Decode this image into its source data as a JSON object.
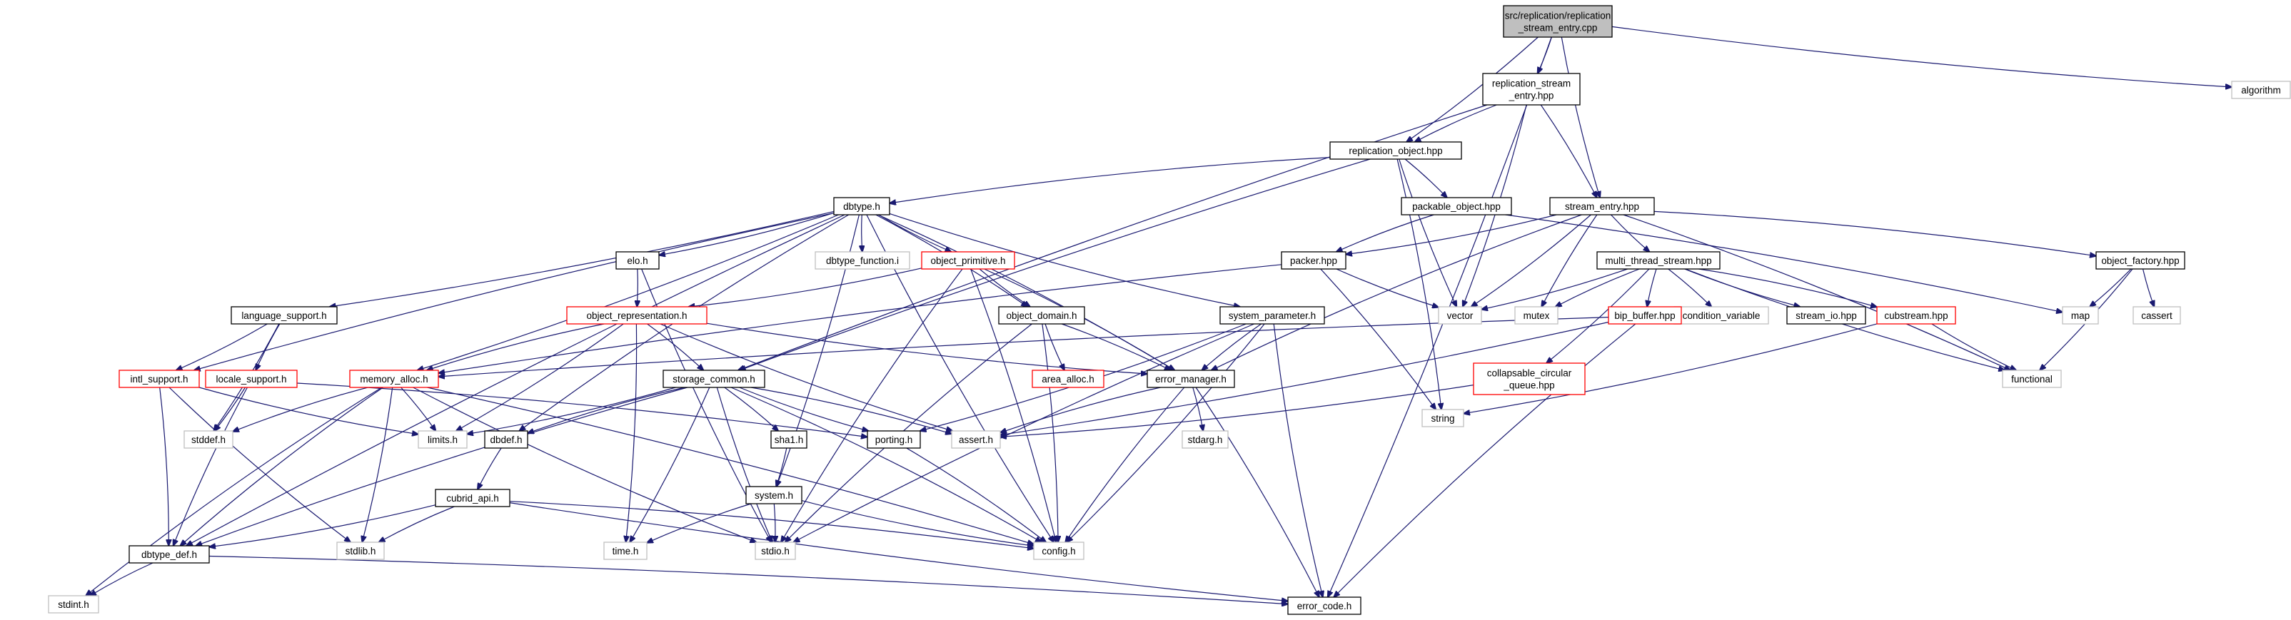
{
  "nodes": [
    {
      "id": "root",
      "label": "src/replication/replication\n_stream_entry.cpp",
      "kind": "root"
    },
    {
      "id": "rse_hpp",
      "label": "replication_stream\n_entry.hpp",
      "kind": "local"
    },
    {
      "id": "algorithm",
      "label": "algorithm",
      "kind": "system"
    },
    {
      "id": "ro_hpp",
      "label": "replication_object.hpp",
      "kind": "local"
    },
    {
      "id": "stream_entry",
      "label": "stream_entry.hpp",
      "kind": "local"
    },
    {
      "id": "dbtype_h",
      "label": "dbtype.h",
      "kind": "local"
    },
    {
      "id": "packable",
      "label": "packable_object.hpp",
      "kind": "local"
    },
    {
      "id": "dbtype_function",
      "label": "dbtype_function.i",
      "kind": "system"
    },
    {
      "id": "elo_h",
      "label": "elo.h",
      "kind": "local"
    },
    {
      "id": "object_primitive",
      "label": "object_primitive.h",
      "kind": "missing"
    },
    {
      "id": "packer",
      "label": "packer.hpp",
      "kind": "local"
    },
    {
      "id": "mts",
      "label": "multi_thread_stream.hpp",
      "kind": "local"
    },
    {
      "id": "object_factory",
      "label": "object_factory.hpp",
      "kind": "local"
    },
    {
      "id": "language_support",
      "label": "language_support.h",
      "kind": "local"
    },
    {
      "id": "object_representation",
      "label": "object_representation.h",
      "kind": "missing"
    },
    {
      "id": "object_domain",
      "label": "object_domain.h",
      "kind": "local"
    },
    {
      "id": "system_parameter",
      "label": "system_parameter.h",
      "kind": "local"
    },
    {
      "id": "vector",
      "label": "vector",
      "kind": "system"
    },
    {
      "id": "mutex",
      "label": "mutex",
      "kind": "system"
    },
    {
      "id": "condition_variable",
      "label": "condition_variable",
      "kind": "system"
    },
    {
      "id": "stream_io",
      "label": "stream_io.hpp",
      "kind": "local"
    },
    {
      "id": "cubstream",
      "label": "cubstream.hpp",
      "kind": "missing"
    },
    {
      "id": "bip_buffer",
      "label": "bip_buffer.hpp",
      "kind": "missing"
    },
    {
      "id": "map",
      "label": "map",
      "kind": "system"
    },
    {
      "id": "cassert",
      "label": "cassert",
      "kind": "system"
    },
    {
      "id": "intl_support",
      "label": "intl_support.h",
      "kind": "missing"
    },
    {
      "id": "locale_support",
      "label": "locale_support.h",
      "kind": "missing"
    },
    {
      "id": "memory_alloc",
      "label": "memory_alloc.h",
      "kind": "missing"
    },
    {
      "id": "storage_common",
      "label": "storage_common.h",
      "kind": "local"
    },
    {
      "id": "area_alloc",
      "label": "area_alloc.h",
      "kind": "missing"
    },
    {
      "id": "error_manager",
      "label": "error_manager.h",
      "kind": "local"
    },
    {
      "id": "collapsable",
      "label": "collapsable_circular\n_queue.hpp",
      "kind": "missing"
    },
    {
      "id": "string",
      "label": "string",
      "kind": "system"
    },
    {
      "id": "functional",
      "label": "functional",
      "kind": "system"
    },
    {
      "id": "stddef",
      "label": "stddef.h",
      "kind": "system"
    },
    {
      "id": "limits",
      "label": "limits.h",
      "kind": "system"
    },
    {
      "id": "dbdef",
      "label": "dbdef.h",
      "kind": "local"
    },
    {
      "id": "sha1",
      "label": "sha1.h",
      "kind": "local"
    },
    {
      "id": "porting",
      "label": "porting.h",
      "kind": "local"
    },
    {
      "id": "assert",
      "label": "assert.h",
      "kind": "system"
    },
    {
      "id": "stdarg",
      "label": "stdarg.h",
      "kind": "system"
    },
    {
      "id": "cubrid_api",
      "label": "cubrid_api.h",
      "kind": "local"
    },
    {
      "id": "system_h",
      "label": "system.h",
      "kind": "local"
    },
    {
      "id": "dbtype_def",
      "label": "dbtype_def.h",
      "kind": "local"
    },
    {
      "id": "stdlib",
      "label": "stdlib.h",
      "kind": "system"
    },
    {
      "id": "time_h",
      "label": "time.h",
      "kind": "system"
    },
    {
      "id": "stdio",
      "label": "stdio.h",
      "kind": "system"
    },
    {
      "id": "config",
      "label": "config.h",
      "kind": "system"
    },
    {
      "id": "stdint",
      "label": "stdint.h",
      "kind": "system"
    },
    {
      "id": "error_code",
      "label": "error_code.h",
      "kind": "local"
    }
  ],
  "edges": [
    [
      "root",
      "rse_hpp"
    ],
    [
      "root",
      "algorithm"
    ],
    [
      "root",
      "ro_hpp"
    ],
    [
      "root",
      "stream_entry"
    ],
    [
      "root",
      "error_code"
    ],
    [
      "rse_hpp",
      "ro_hpp"
    ],
    [
      "rse_hpp",
      "stream_entry"
    ],
    [
      "rse_hpp",
      "storage_common"
    ],
    [
      "rse_hpp",
      "vector"
    ],
    [
      "ro_hpp",
      "dbtype_h"
    ],
    [
      "ro_hpp",
      "packable"
    ],
    [
      "ro_hpp",
      "storage_common"
    ],
    [
      "ro_hpp",
      "string"
    ],
    [
      "ro_hpp",
      "vector"
    ],
    [
      "stream_entry",
      "packer"
    ],
    [
      "stream_entry",
      "mts"
    ],
    [
      "stream_entry",
      "object_factory"
    ],
    [
      "stream_entry",
      "error_manager"
    ],
    [
      "stream_entry",
      "vector"
    ],
    [
      "stream_entry",
      "mutex"
    ],
    [
      "stream_entry",
      "functional"
    ],
    [
      "packable",
      "packer"
    ],
    [
      "packable",
      "map"
    ],
    [
      "packer",
      "vector"
    ],
    [
      "packer",
      "string"
    ],
    [
      "packer",
      "memory_alloc"
    ],
    [
      "mts",
      "vector"
    ],
    [
      "mts",
      "mutex"
    ],
    [
      "mts",
      "condition_variable"
    ],
    [
      "mts",
      "stream_io"
    ],
    [
      "mts",
      "cubstream"
    ],
    [
      "mts",
      "bip_buffer"
    ],
    [
      "mts",
      "collapsable"
    ],
    [
      "mts",
      "functional"
    ],
    [
      "object_factory",
      "map"
    ],
    [
      "object_factory",
      "cassert"
    ],
    [
      "object_factory",
      "functional"
    ],
    [
      "cubstream",
      "functional"
    ],
    [
      "cubstream",
      "string"
    ],
    [
      "bip_buffer",
      "memory_alloc"
    ],
    [
      "bip_buffer",
      "assert"
    ],
    [
      "bip_buffer",
      "error_code"
    ],
    [
      "collapsable",
      "assert"
    ],
    [
      "dbtype_h",
      "dbtype_function"
    ],
    [
      "dbtype_h",
      "elo_h"
    ],
    [
      "dbtype_h",
      "object_primitive"
    ],
    [
      "dbtype_h",
      "language_support"
    ],
    [
      "dbtype_h",
      "intl_support"
    ],
    [
      "dbtype_h",
      "memory_alloc"
    ],
    [
      "dbtype_h",
      "dbdef"
    ],
    [
      "dbtype_h",
      "object_domain"
    ],
    [
      "dbtype_h",
      "system_parameter"
    ],
    [
      "dbtype_h",
      "error_manager"
    ],
    [
      "dbtype_h",
      "dbtype_def"
    ],
    [
      "dbtype_h",
      "system_h"
    ],
    [
      "dbtype_h",
      "config"
    ],
    [
      "elo_h",
      "object_representation"
    ],
    [
      "elo_h",
      "stdio"
    ],
    [
      "object_primitive",
      "object_representation"
    ],
    [
      "object_primitive",
      "object_domain"
    ],
    [
      "object_primitive",
      "error_manager"
    ],
    [
      "object_primitive",
      "stdio"
    ],
    [
      "object_primitive",
      "config"
    ],
    [
      "object_representation",
      "memory_alloc"
    ],
    [
      "object_representation",
      "storage_common"
    ],
    [
      "object_representation",
      "error_manager"
    ],
    [
      "object_representation",
      "limits"
    ],
    [
      "object_representation",
      "assert"
    ],
    [
      "object_representation",
      "time_h"
    ],
    [
      "object_domain",
      "area_alloc"
    ],
    [
      "object_domain",
      "error_manager"
    ],
    [
      "object_domain",
      "stdio"
    ],
    [
      "object_domain",
      "config"
    ],
    [
      "system_parameter",
      "error_manager"
    ],
    [
      "system_parameter",
      "porting"
    ],
    [
      "system_parameter",
      "stdio"
    ],
    [
      "system_parameter",
      "config"
    ],
    [
      "system_parameter",
      "error_code"
    ],
    [
      "language_support",
      "intl_support"
    ],
    [
      "language_support",
      "locale_support"
    ],
    [
      "language_support",
      "stddef"
    ],
    [
      "intl_support",
      "limits"
    ],
    [
      "intl_support",
      "dbtype_def"
    ],
    [
      "intl_support",
      "stdlib"
    ],
    [
      "locale_support",
      "stddef"
    ],
    [
      "locale_support",
      "dbtype_def"
    ],
    [
      "locale_support",
      "porting"
    ],
    [
      "memory_alloc",
      "stddef"
    ],
    [
      "memory_alloc",
      "limits"
    ],
    [
      "memory_alloc",
      "dbtype_def"
    ],
    [
      "memory_alloc",
      "stdlib"
    ],
    [
      "memory_alloc",
      "stdio"
    ],
    [
      "memory_alloc",
      "config"
    ],
    [
      "memory_alloc",
      "stdint"
    ],
    [
      "storage_common",
      "limits"
    ],
    [
      "storage_common",
      "dbdef"
    ],
    [
      "storage_common",
      "sha1"
    ],
    [
      "storage_common",
      "porting"
    ],
    [
      "storage_common",
      "assert"
    ],
    [
      "storage_common",
      "dbtype_def"
    ],
    [
      "storage_common",
      "time_h"
    ],
    [
      "storage_common",
      "stdio"
    ],
    [
      "storage_common",
      "config"
    ],
    [
      "error_manager",
      "assert"
    ],
    [
      "error_manager",
      "stdarg"
    ],
    [
      "error_manager",
      "config"
    ],
    [
      "error_manager",
      "error_code"
    ],
    [
      "dbdef",
      "cubrid_api"
    ],
    [
      "cubrid_api",
      "dbtype_def"
    ],
    [
      "cubrid_api",
      "stdlib"
    ],
    [
      "cubrid_api",
      "config"
    ],
    [
      "cubrid_api",
      "error_code"
    ],
    [
      "sha1",
      "system_h"
    ],
    [
      "system_h",
      "time_h"
    ],
    [
      "system_h",
      "stdio"
    ],
    [
      "system_h",
      "config"
    ],
    [
      "porting",
      "config"
    ],
    [
      "dbtype_def",
      "stdint"
    ],
    [
      "dbtype_def",
      "error_code"
    ]
  ],
  "colors": {
    "edge": "#191970",
    "root_fill": "#bfbfbf",
    "local_border": "#000000",
    "missing_border": "#ff0000",
    "system_border": "#bfbfbf",
    "text": "#000000"
  }
}
